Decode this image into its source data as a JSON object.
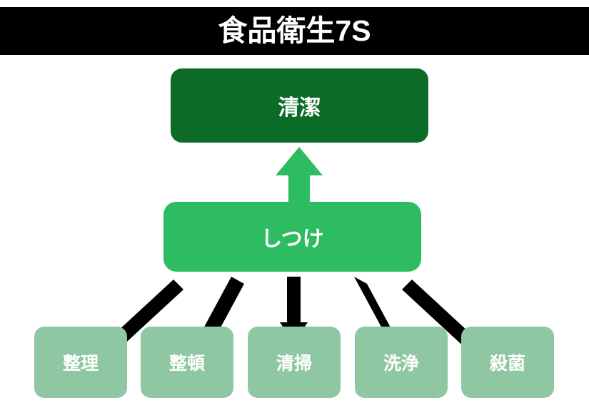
{
  "header": {
    "title": "食品衛生7S",
    "background_color": "#000000",
    "text_color": "#ffffff"
  },
  "diagram": {
    "type": "hierarchy-flow",
    "background_color": "#ffffff",
    "top_node": {
      "label": "清潔",
      "color": "#0d6b28",
      "text_color": "#ffffff"
    },
    "middle_node": {
      "label": "しつけ",
      "color": "#2dbc61",
      "text_color": "#ffffff"
    },
    "leaf_nodes": [
      {
        "label": "整理",
        "color": "#8fc7a3",
        "text_color": "#ffffff"
      },
      {
        "label": "整頓",
        "color": "#8fc7a3",
        "text_color": "#ffffff"
      },
      {
        "label": "清掃",
        "color": "#8fc7a3",
        "text_color": "#ffffff"
      },
      {
        "label": "洗浄",
        "color": "#8fc7a3",
        "text_color": "#ffffff"
      },
      {
        "label": "殺菌",
        "color": "#8fc7a3",
        "text_color": "#ffffff"
      }
    ],
    "arrows": {
      "upward": {
        "from": "しつけ",
        "to": "清潔",
        "color": "#2dbc61",
        "direction": "up"
      },
      "downward_color": "#000000",
      "downward": [
        {
          "from": "しつけ",
          "to": "整理",
          "direction": "down-left"
        },
        {
          "from": "しつけ",
          "to": "整頓",
          "direction": "down-left"
        },
        {
          "from": "しつけ",
          "to": "清掃",
          "direction": "down"
        },
        {
          "from": "しつけ",
          "to": "洗浄",
          "direction": "down-right"
        },
        {
          "from": "しつけ",
          "to": "殺菌",
          "direction": "down-right"
        }
      ]
    }
  }
}
